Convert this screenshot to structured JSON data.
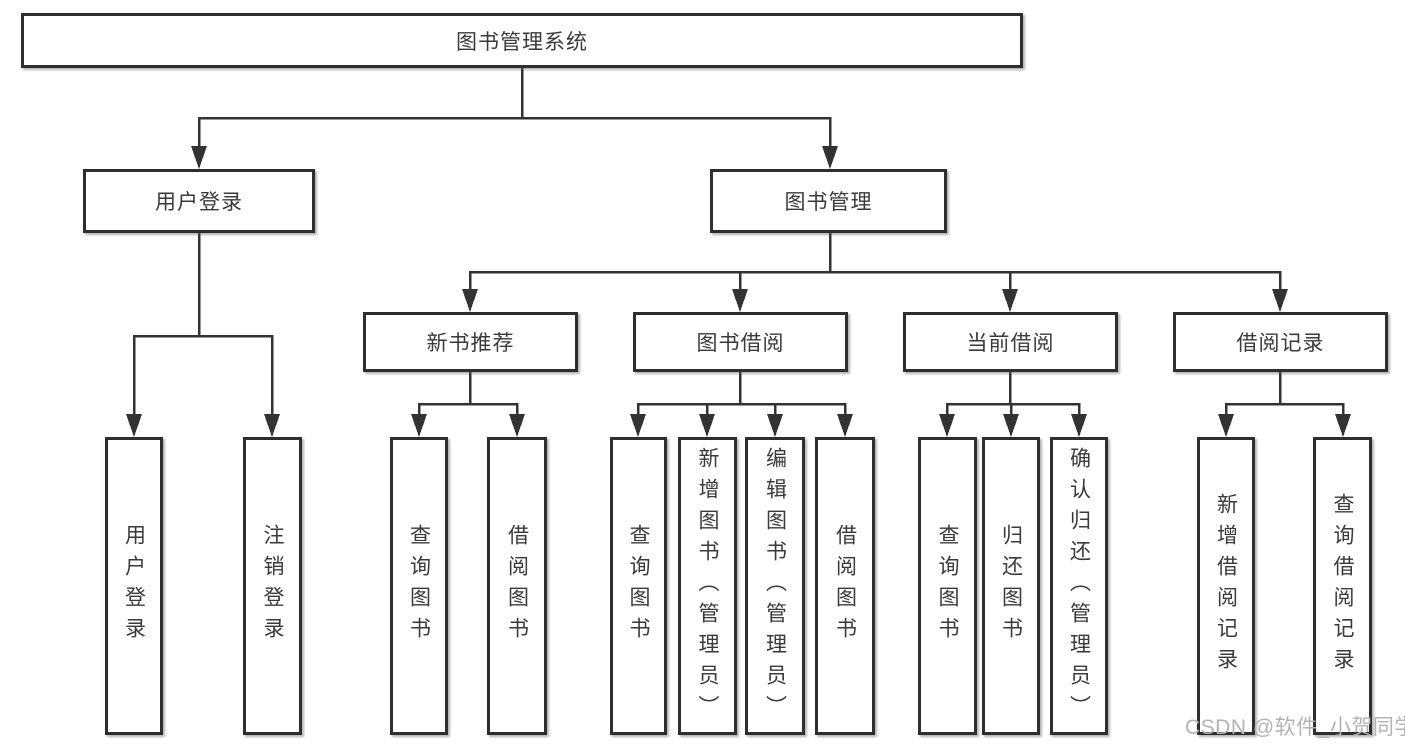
{
  "diagram": {
    "root": {
      "label": "图书管理系统"
    },
    "branches": [
      {
        "label": "用户登录",
        "children": [
          "用户登录",
          "注销登录"
        ]
      },
      {
        "label": "图书管理",
        "sections": [
          {
            "label": "新书推荐",
            "children": [
              "查询图书",
              "借阅图书"
            ]
          },
          {
            "label": "图书借阅",
            "children": [
              "查询图书",
              "新增图书（管理员）",
              "编辑图书（管理员）",
              "借阅图书"
            ]
          },
          {
            "label": "当前借阅",
            "children": [
              "查询图书",
              "归还图书",
              "确认归还（管理员）"
            ]
          },
          {
            "label": "借阅记录",
            "children": [
              "新增借阅记录",
              "查询借阅记录"
            ]
          }
        ]
      }
    ]
  },
  "watermark": "CSDN @软件_小贺同学",
  "colors": {
    "line": "#333333",
    "border": "#2e2e2e",
    "text": "#3a3a3a",
    "watermark": "#b3b3b3",
    "background": "#ffffff"
  }
}
